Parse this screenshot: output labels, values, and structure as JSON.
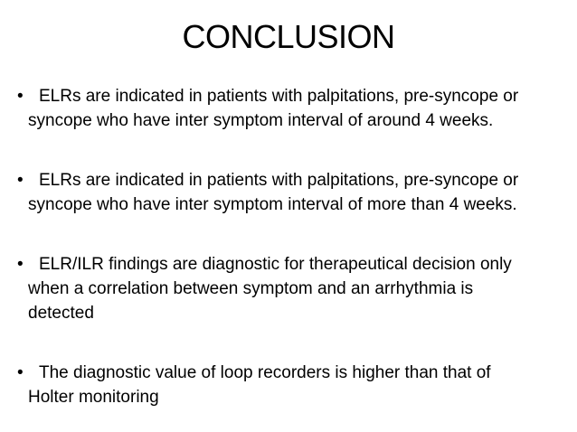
{
  "slide": {
    "title": "CONCLUSION",
    "bullet_glyph": "•",
    "bullets": [
      {
        "lines": [
          "ELRs are indicated in patients with palpitations, pre-syncope or",
          "syncope who have inter symptom interval of around 4 weeks."
        ]
      },
      {
        "lines": [
          "ELRs are indicated in patients with palpitations, pre-syncope or",
          "syncope who have inter symptom interval of more than 4 weeks."
        ]
      },
      {
        "lines": [
          "ELR/ILR findings are diagnostic for therapeutical decision only",
          "when a correlation between symptom and an arrhythmia is",
          "detected"
        ]
      },
      {
        "lines": [
          "The diagnostic value of loop recorders is higher than that of",
          "Holter monitoring"
        ]
      }
    ],
    "colors": {
      "text": "#000000",
      "background": "#ffffff"
    }
  }
}
